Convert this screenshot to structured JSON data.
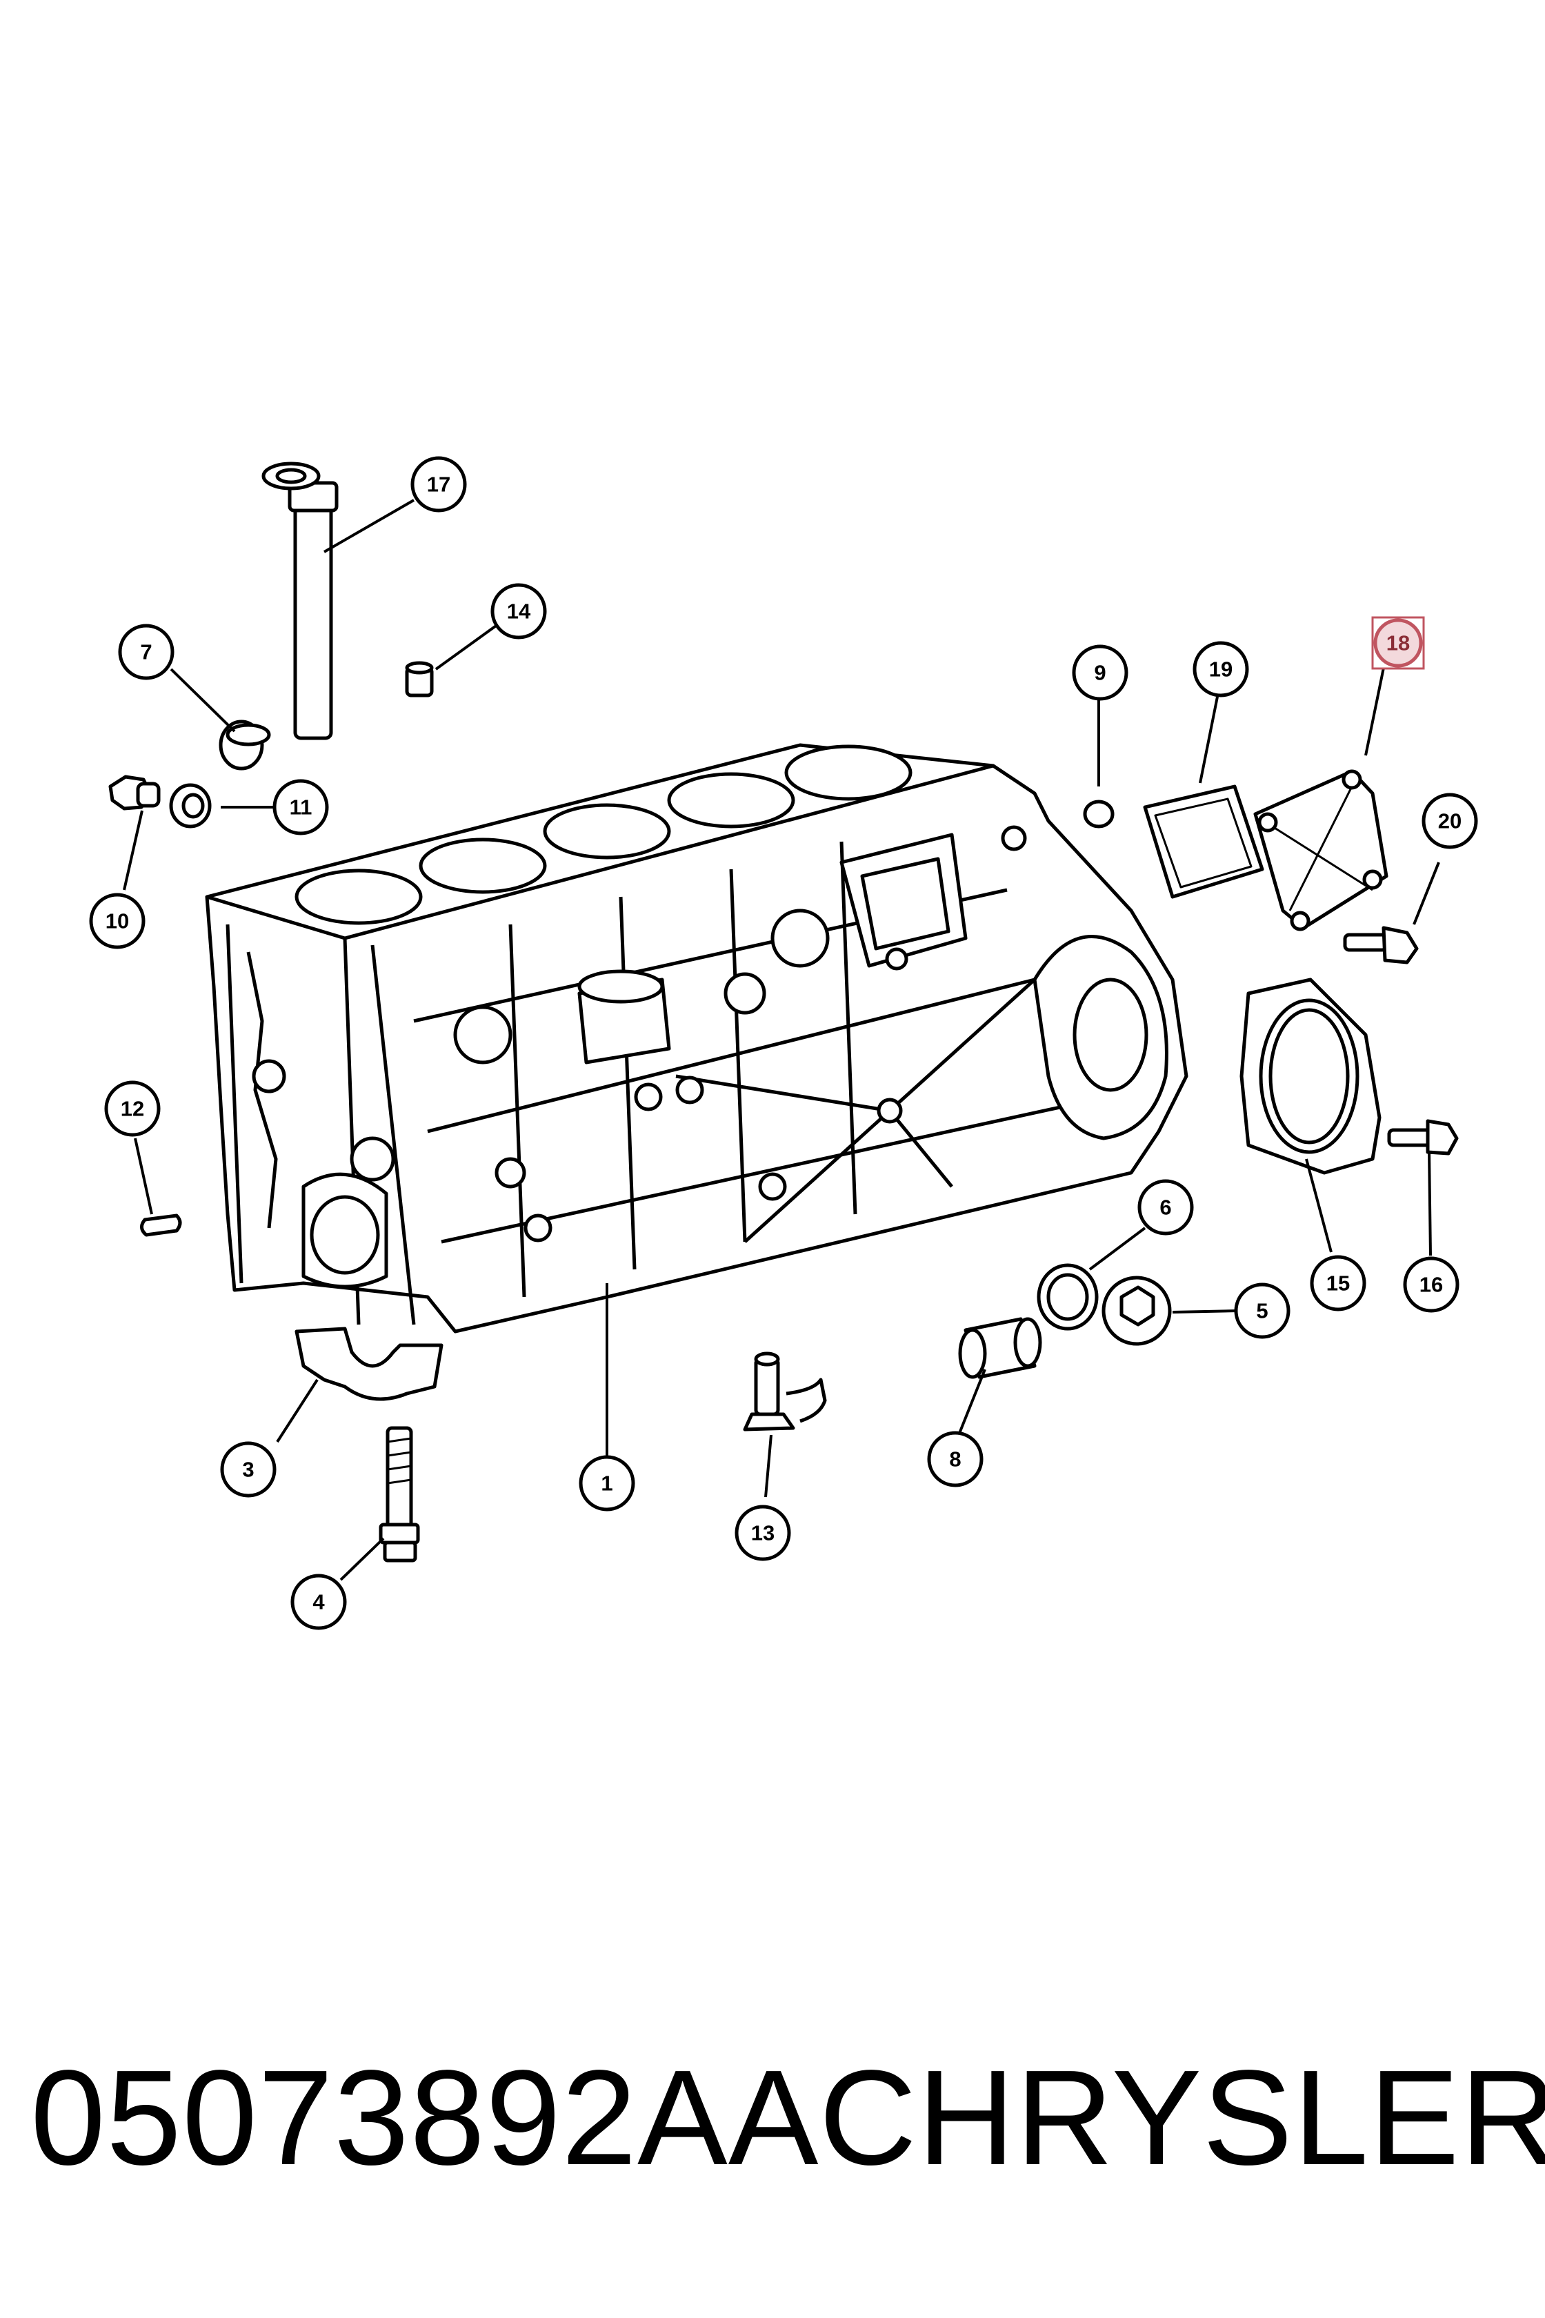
{
  "footer": {
    "part_number": "05073892AA",
    "brand": "CHRYSLER"
  },
  "callouts": [
    {
      "id": "c1",
      "label": "1"
    },
    {
      "id": "c3",
      "label": "3"
    },
    {
      "id": "c4",
      "label": "4"
    },
    {
      "id": "c5",
      "label": "5"
    },
    {
      "id": "c6",
      "label": "6"
    },
    {
      "id": "c7",
      "label": "7"
    },
    {
      "id": "c8",
      "label": "8"
    },
    {
      "id": "c9",
      "label": "9"
    },
    {
      "id": "c10",
      "label": "10"
    },
    {
      "id": "c11",
      "label": "11"
    },
    {
      "id": "c12",
      "label": "12"
    },
    {
      "id": "c13",
      "label": "13"
    },
    {
      "id": "c14",
      "label": "14"
    },
    {
      "id": "c15",
      "label": "15"
    },
    {
      "id": "c16",
      "label": "16"
    },
    {
      "id": "c17",
      "label": "17"
    },
    {
      "id": "c18",
      "label": "18",
      "selected": true
    },
    {
      "id": "c19",
      "label": "19"
    },
    {
      "id": "c20",
      "label": "20"
    }
  ],
  "highlight_color": "#c05560"
}
